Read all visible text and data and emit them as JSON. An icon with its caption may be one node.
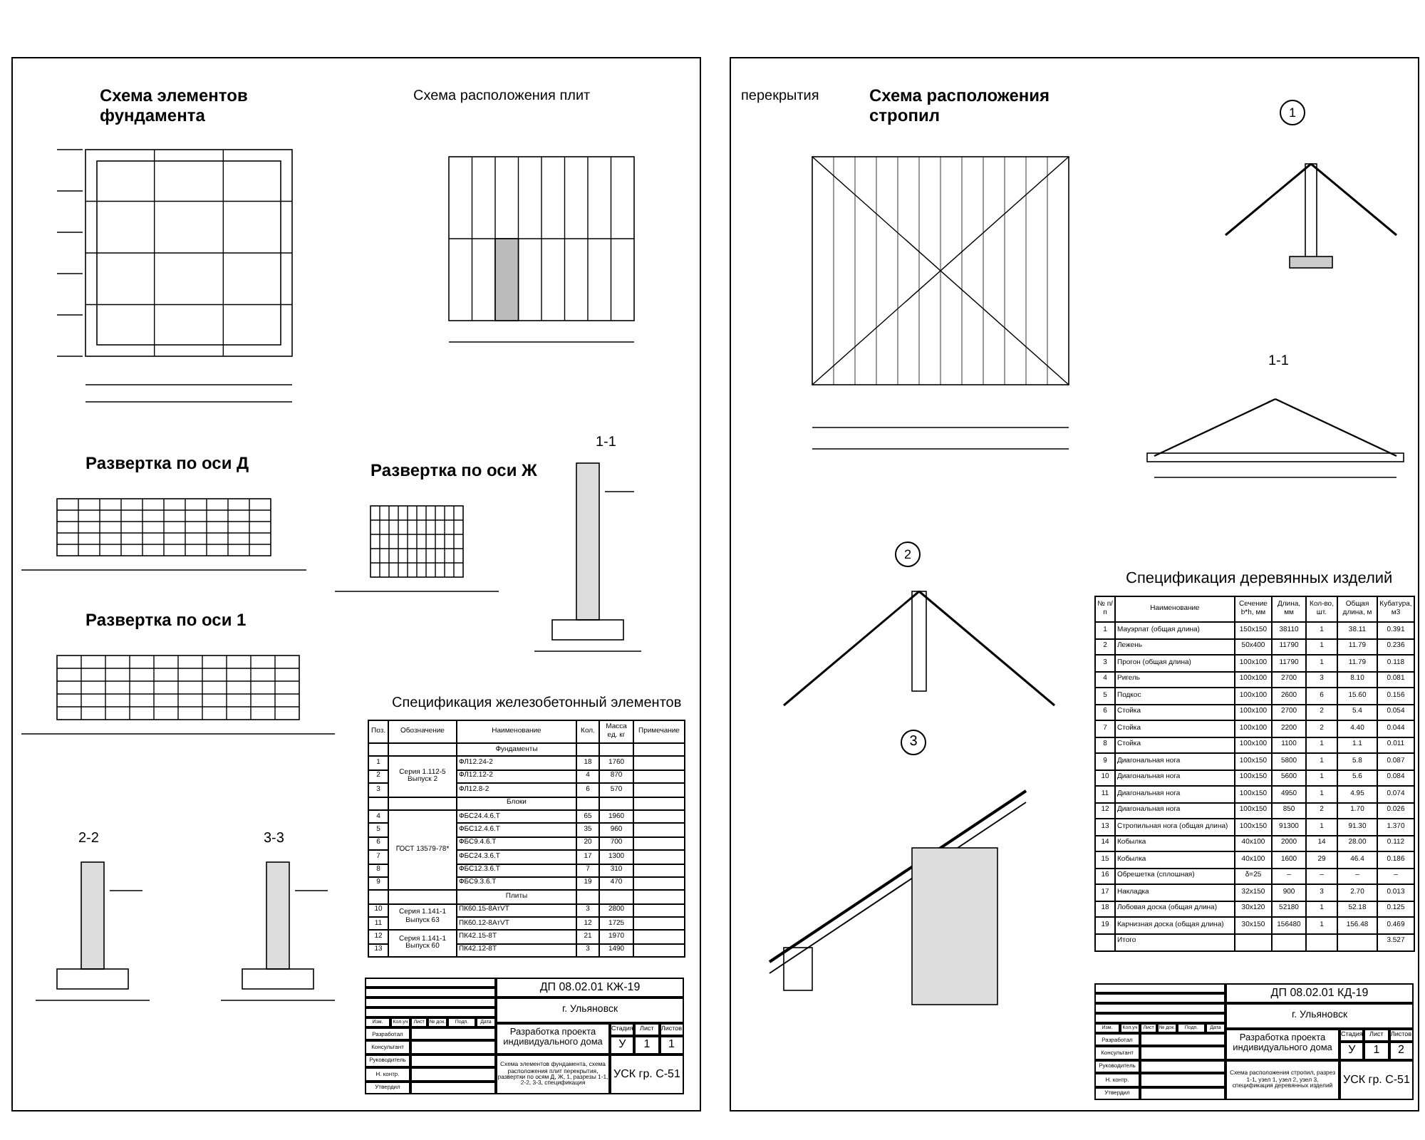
{
  "diagram": {
    "labels": [
      "Схема элементов фундамента",
      "Схема расположения плит",
      "перекрытия",
      "Схема расположения стропил",
      "1",
      "Развертка по оси Д",
      "Развертка по оси Ж",
      "1-1",
      "1-1",
      "Развертка по оси 1",
      "2",
      "Спецификация деревянных изделий",
      "Спецификация железобетонный элементов",
      "3",
      "2-2",
      "3-3",
      "Поз.",
      "Обозначение",
      "Наименование",
      "Кол.",
      "Масса ед. кг",
      "Примечание",
      "Фундаменты",
      "1",
      "Серия 1.112-5 Выпуск 2",
      "ФЛ12.24-2",
      "18",
      "1760",
      "2",
      "ФЛ12.12-2",
      "4",
      "870",
      "3",
      "ФЛ12.8-2",
      "6",
      "570",
      "Блоки",
      "4",
      "ГОСТ 13579-78*",
      "ФБС24.4.6.Т",
      "65",
      "1960",
      "5",
      "ФБС12.4.6.Т",
      "35",
      "960",
      "6",
      "ФБС9.4.6.Т",
      "20",
      "700",
      "7",
      "ФБС24.3.6.Т",
      "17",
      "1300",
      "8",
      "ФБС12.3.6.Т",
      "7",
      "310",
      "9",
      "ФБС9.3.6.Т",
      "19",
      "470",
      "Плиты",
      "10",
      "Серия 1.141-1 Выпуск 63",
      "ПК60.15-8АтVТ",
      "3",
      "2800",
      "11",
      "ПК60.12-8АтVТ",
      "12",
      "1725",
      "12",
      "Серия 1.141-1 Выпуск 60",
      "ПК42.15-8Т",
      "21",
      "1970",
      "13",
      "ПК42.12-8Т",
      "3",
      "1490",
      "№ п/п",
      "Наименование",
      "Сечение b*h, мм",
      "Длина, мм",
      "Кол-во, шт.",
      "Общая длина, м",
      "Кубатура, м3",
      "1",
      "Мауэрлат (общая длина)",
      "150x150",
      "38110",
      "1",
      "38.11",
      "0.391",
      "2",
      "Лежень",
      "50x400",
      "11790",
      "1",
      "11.79",
      "0.236",
      "3",
      "Прогон (общая длина)",
      "100x100",
      "11790",
      "1",
      "11.79",
      "0.118",
      "4",
      "Ригель",
      "100x100",
      "2700",
      "3",
      "8.10",
      "0.081",
      "5",
      "Подкос",
      "100x100",
      "2600",
      "6",
      "15.60",
      "0.156",
      "6",
      "Стойка",
      "100x100",
      "2700",
      "2",
      "5.4",
      "0.054",
      "7",
      "Стойка",
      "100x100",
      "2200",
      "2",
      "4.40",
      "0.044",
      "8",
      "Стойка",
      "100x100",
      "1100",
      "1",
      "1.1",
      "0.011",
      "9",
      "Диагональная нога",
      "100x150",
      "5800",
      "1",
      "5.8",
      "0.087",
      "10",
      "Диагональная нога",
      "100x150",
      "5600",
      "1",
      "5.6",
      "0.084",
      "11",
      "Диагональная нога",
      "100x150",
      "4950",
      "1",
      "4.95",
      "0.074",
      "12",
      "Диагональная нога",
      "100x150",
      "850",
      "2",
      "1.70",
      "0.026",
      "13",
      "Стропильная нога (общая длина)",
      "100x150",
      "91300",
      "1",
      "91.30",
      "1.370",
      "14",
      "Кобылка",
      "40x100",
      "2000",
      "14",
      "28.00",
      "0.112",
      "15",
      "Кобылка",
      "40x100",
      "1600",
      "29",
      "46.4",
      "0.186",
      "16",
      "Обрешетка (сплошная)",
      "δ=25",
      "–",
      "–",
      "–",
      "–",
      "17",
      "Накладка",
      "32x150",
      "900",
      "3",
      "2.70",
      "0.013",
      "18",
      "Лобовая доска (общая длина)",
      "30x120",
      "52180",
      "1",
      "52.18",
      "0.125",
      "19",
      "Карнизная доска (общая длина)",
      "30x150",
      "156480",
      "1",
      "156.48",
      "0.469",
      "Итого",
      "3.527",
      "ДП 08.02.01 КЖ-19",
      "г. Ульяновск",
      "Разработка проекта индивидуального дома",
      "Стадия",
      "Лист",
      "Листов",
      "У",
      "1",
      "1",
      "Схема элементов фундамента, схема расположения плит перекрытия, развертки по осям Д, Ж, 1, разрезы 1-1, 2-2, 3-3, спецификация",
      "УСК гр. С-51",
      "Изм.",
      "Кол.уч",
      "Лист",
      "№ док.",
      "Подп.",
      "Дата",
      "Разработал",
      "Консультант",
      "Руководитель",
      "Н. контр.",
      "Утвердил",
      "ДП 08.02.01 КД-19",
      "г. Ульяновск",
      "Разработка проекта индивидуального дома",
      "Стадия",
      "Лист",
      "Листов",
      "У",
      "1",
      "2",
      "Схема расположения стропил, разрез 1-1, узел 1, узел 2, узел 3, спецификация деревянных изделий",
      "УСК гр. С-51",
      "Изм.",
      "Кол.уч",
      "Лист",
      "№ док.",
      "Подп.",
      "Дата",
      "Разработал",
      "Консультант",
      "Руководитель",
      "Н. контр.",
      "Утвердил"
    ]
  }
}
